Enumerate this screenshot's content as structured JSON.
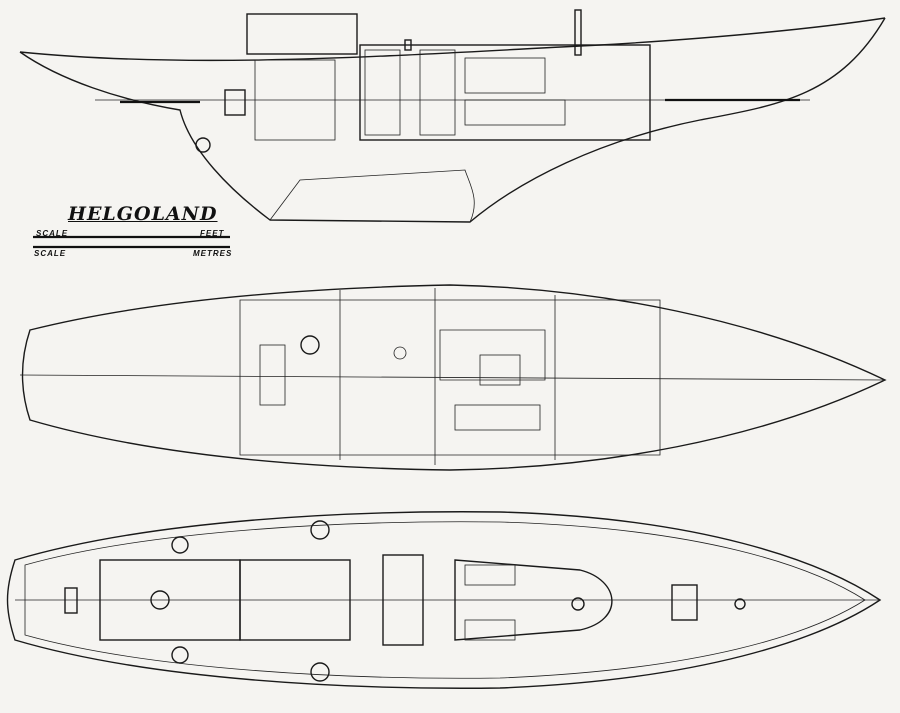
{
  "drawing": {
    "title": "HELGOLAND",
    "scale_feet": {
      "label": "SCALE",
      "unit": "FEET"
    },
    "scale_metres": {
      "label": "SCALE",
      "unit": "METRES"
    },
    "views": [
      "profile",
      "accommodation-plan",
      "deck-plan"
    ]
  }
}
